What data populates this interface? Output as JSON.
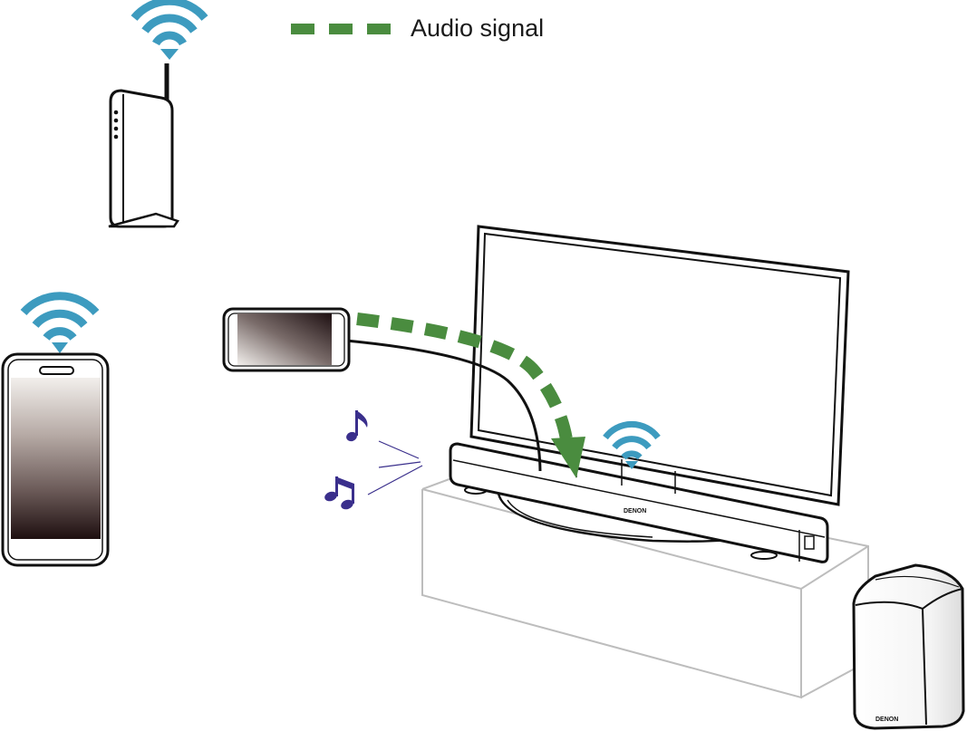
{
  "legend": {
    "label": "Audio signal",
    "line_color": "#4a8c3f"
  },
  "colors": {
    "wifi": "#3d9bbf",
    "audio_signal": "#4a8c3f",
    "music_note": "#3a2f8c",
    "outline": "#111111",
    "cabinet": "#bdbdbd"
  },
  "icons": {
    "router": "wireless-router-icon",
    "smartphone": "smartphone-icon",
    "wifi": "wifi-icon",
    "music": "music-note-icon",
    "tv": "television-icon",
    "soundbar": "soundbar-icon",
    "subwoofer": "subwoofer-icon"
  },
  "device_logos": {
    "soundbar_logo": "DENON",
    "subwoofer_logo": "DENON"
  }
}
